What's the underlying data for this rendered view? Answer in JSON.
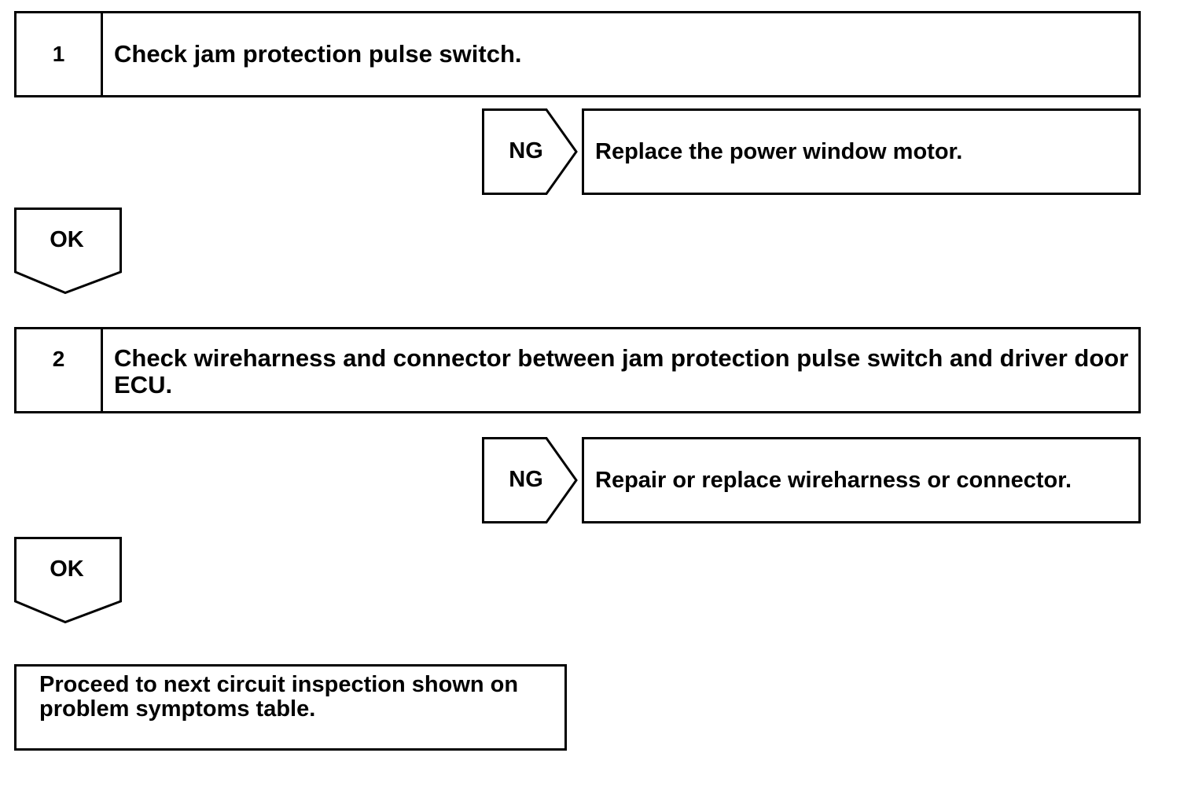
{
  "steps": [
    {
      "number": "1",
      "text": "Check jam protection pulse switch."
    },
    {
      "number": "2",
      "text": "Check wireharness and connector between jam protection pulse switch and driver door ECU."
    }
  ],
  "branches": [
    {
      "ng_label": "NG",
      "ng_action": "Replace the power window motor.",
      "ok_label": "OK"
    },
    {
      "ng_label": "NG",
      "ng_action": "Repair or replace wireharness or connector.",
      "ok_label": "OK"
    }
  ],
  "final": {
    "text": "Proceed to next circuit inspection shown on problem symptoms table."
  }
}
